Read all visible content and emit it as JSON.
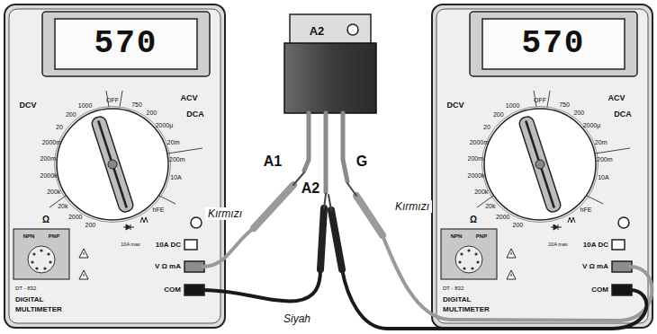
{
  "diagram": {
    "labels": [
      "570",
      "DCV",
      "ACV",
      "DCA",
      "OFF",
      "1000",
      "200",
      "20",
      "2000m",
      "200m",
      "2000k",
      "200k",
      "20k",
      "2000",
      "200",
      "750",
      "200",
      "2000μ",
      "20m",
      "200m",
      "10A",
      "hFE",
      "Ω",
      "NPN",
      "PNP",
      "DT - 832",
      "DIGITAL",
      "MULTIMETER",
      "10A DC",
      "10A max",
      "V Ω mA",
      "COM",
      "A2",
      "A1",
      "A2",
      "G",
      "Kırmızı",
      "Siyah",
      "Kırmızı",
      "570",
      "DCV",
      "ACV",
      "DCA",
      "OFF",
      "1000",
      "200",
      "20",
      "2000m",
      "200m",
      "2000k",
      "200k",
      "20k",
      "2000",
      "200",
      "750",
      "200",
      "2000μ",
      "20m",
      "200m",
      "10A",
      "hFE",
      "Ω",
      "NPN",
      "PNP",
      "DT - 832",
      "DIGITAL",
      "MULTIMETER",
      "10A DC",
      "10A max",
      "V Ω mA",
      "COM"
    ]
  }
}
